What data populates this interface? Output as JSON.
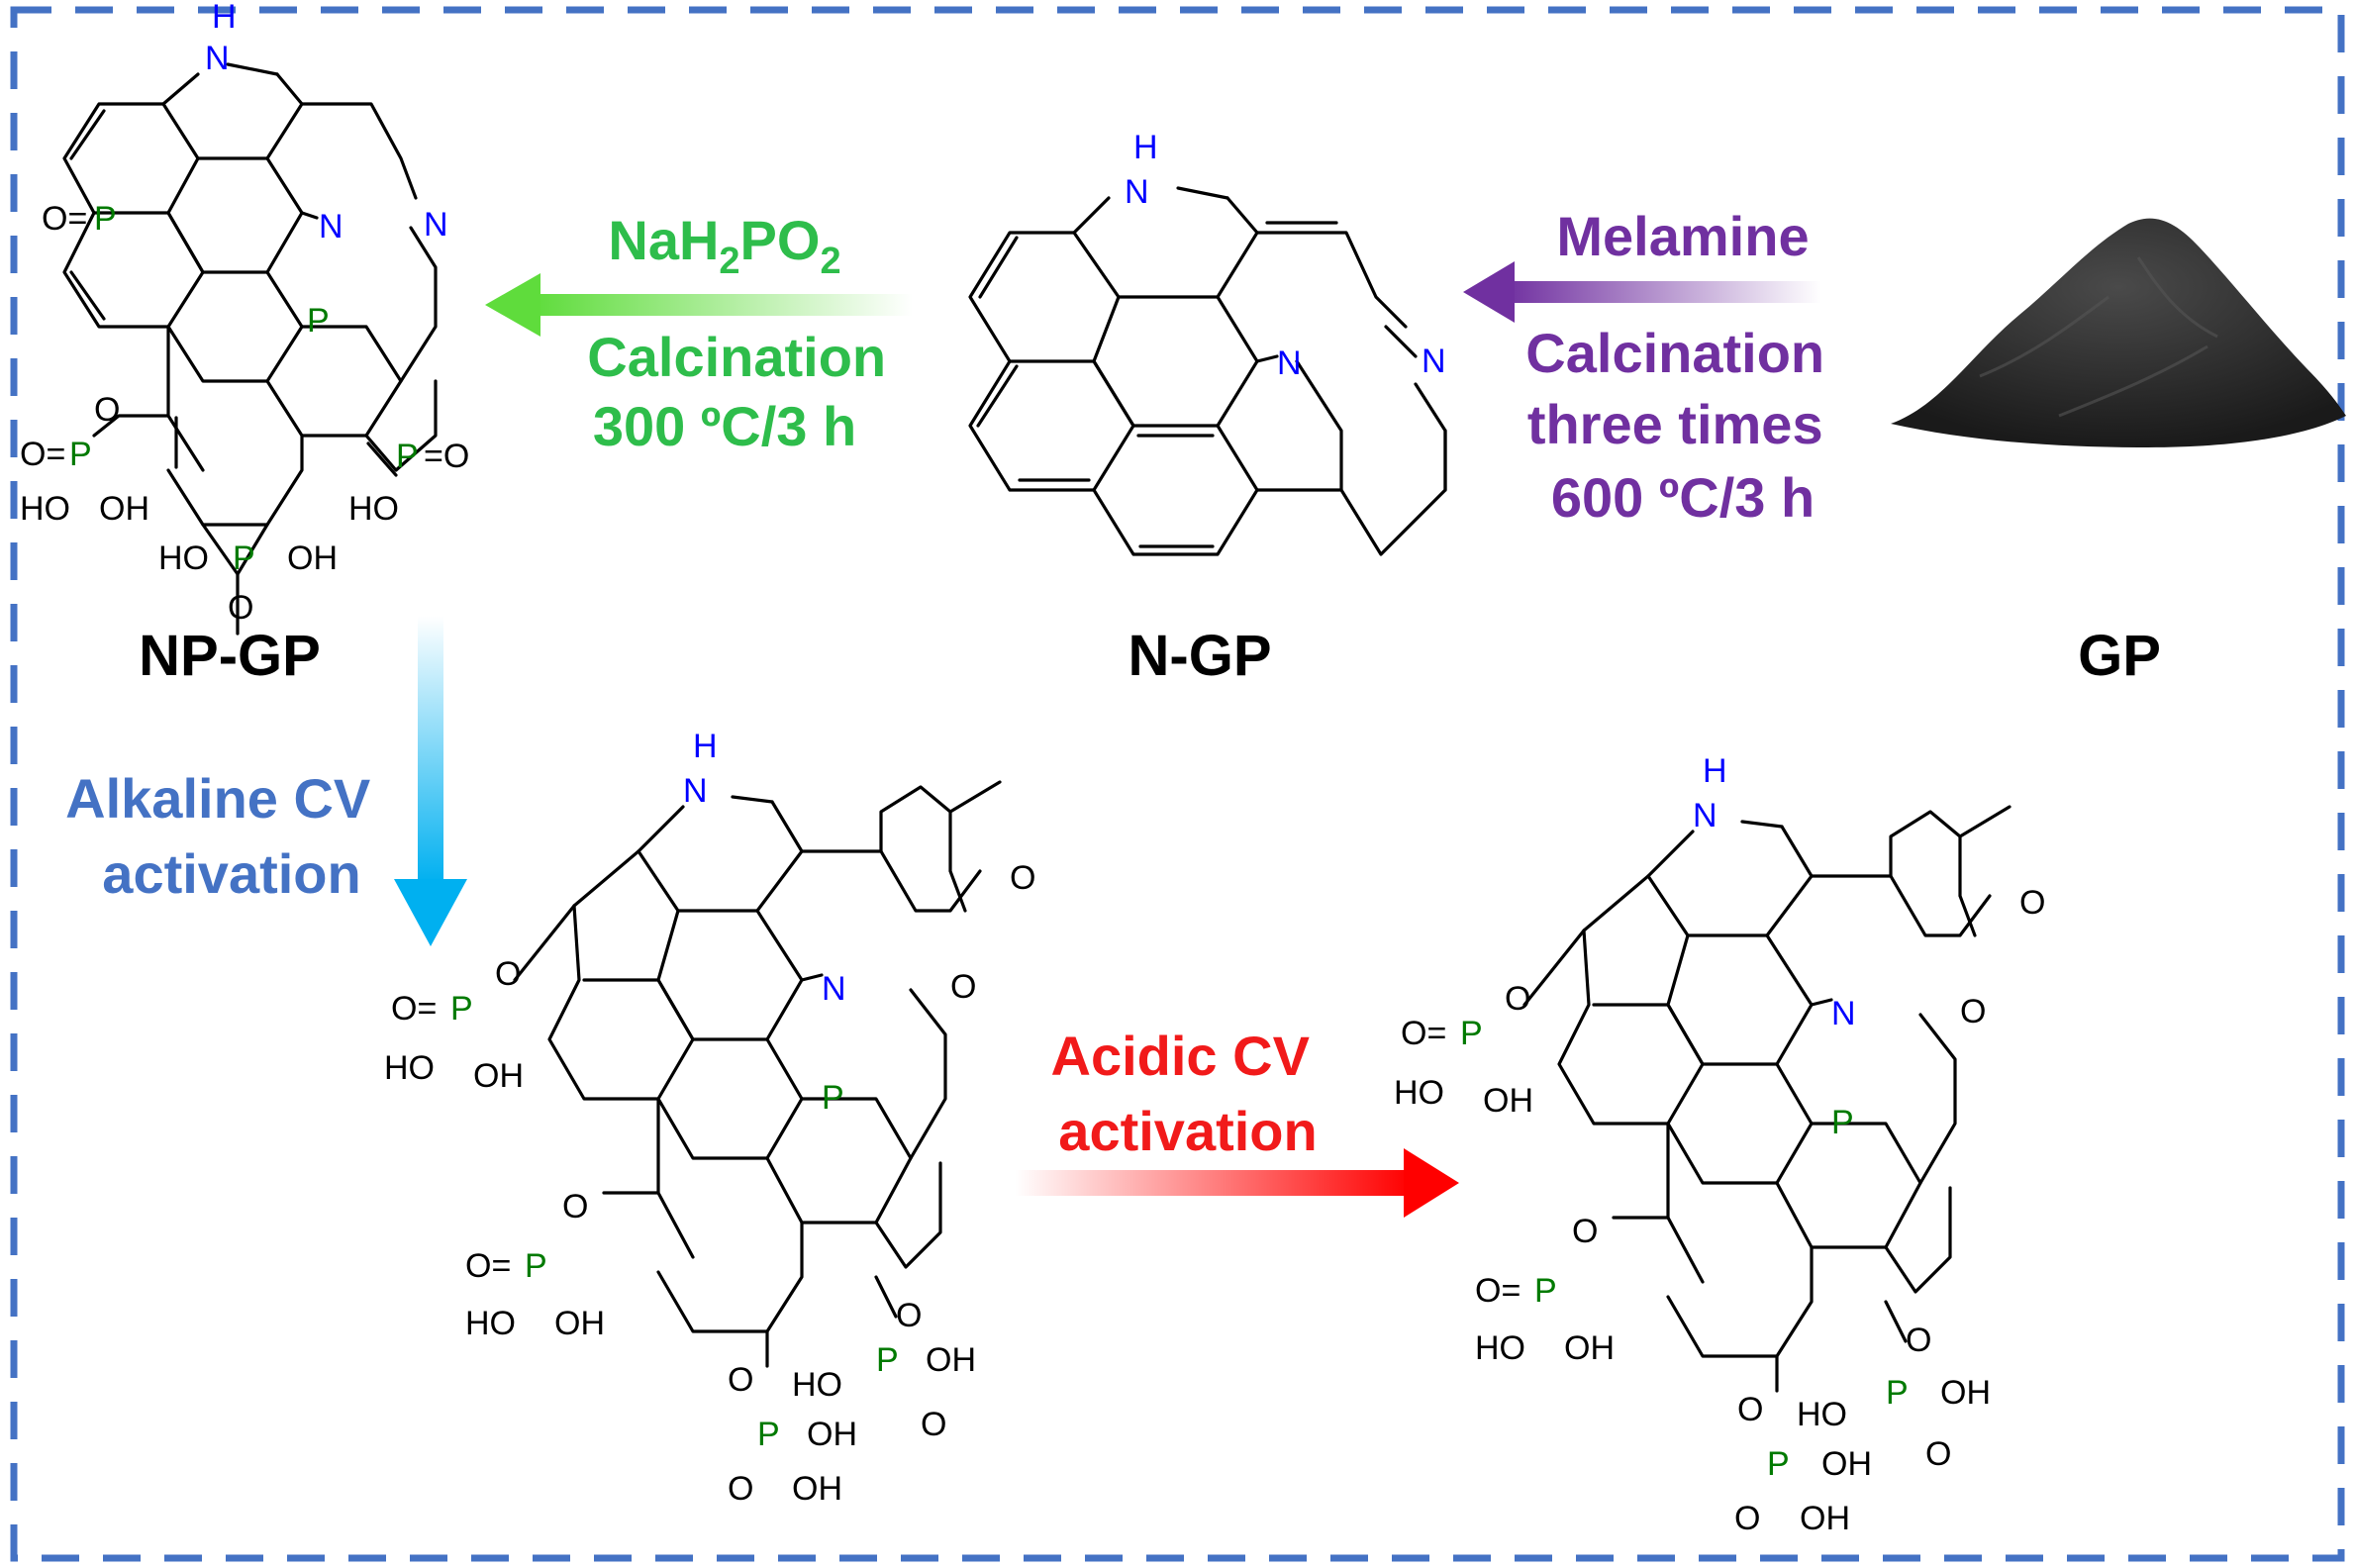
{
  "labels": {
    "np_gp": "NP-GP",
    "n_gp": "N-GP",
    "gp": "GP"
  },
  "step_melamine": {
    "reagent": "Melamine",
    "line1": "Calcination",
    "line2": "three times",
    "line3": "600 ºC/3 h",
    "color": "#7030a0"
  },
  "step_phosphide": {
    "reagent_base": "NaH",
    "sub1": "2",
    "reagent_mid": "PO",
    "sub2": "2",
    "line1": "Calcination",
    "line2": "300 ºC/3 h",
    "color": "#2ebd4b"
  },
  "step_alkaline": {
    "line1": "Alkaline CV",
    "line2": "activation",
    "color": "#4472c4"
  },
  "step_acidic": {
    "line1": "Acidic CV",
    "line2": "activation",
    "color": "#f11a1a"
  },
  "atoms": {
    "N": "N",
    "H": "H",
    "P": "P",
    "O": "O",
    "OH": "OH",
    "HO": "HO",
    "O_eq": "O=",
    "eq_O": "=O"
  },
  "colors": {
    "border": "#4472c4",
    "nitrogen": "#0000ff",
    "phosphorus": "#007a00",
    "powder": "#2a2a2a"
  }
}
